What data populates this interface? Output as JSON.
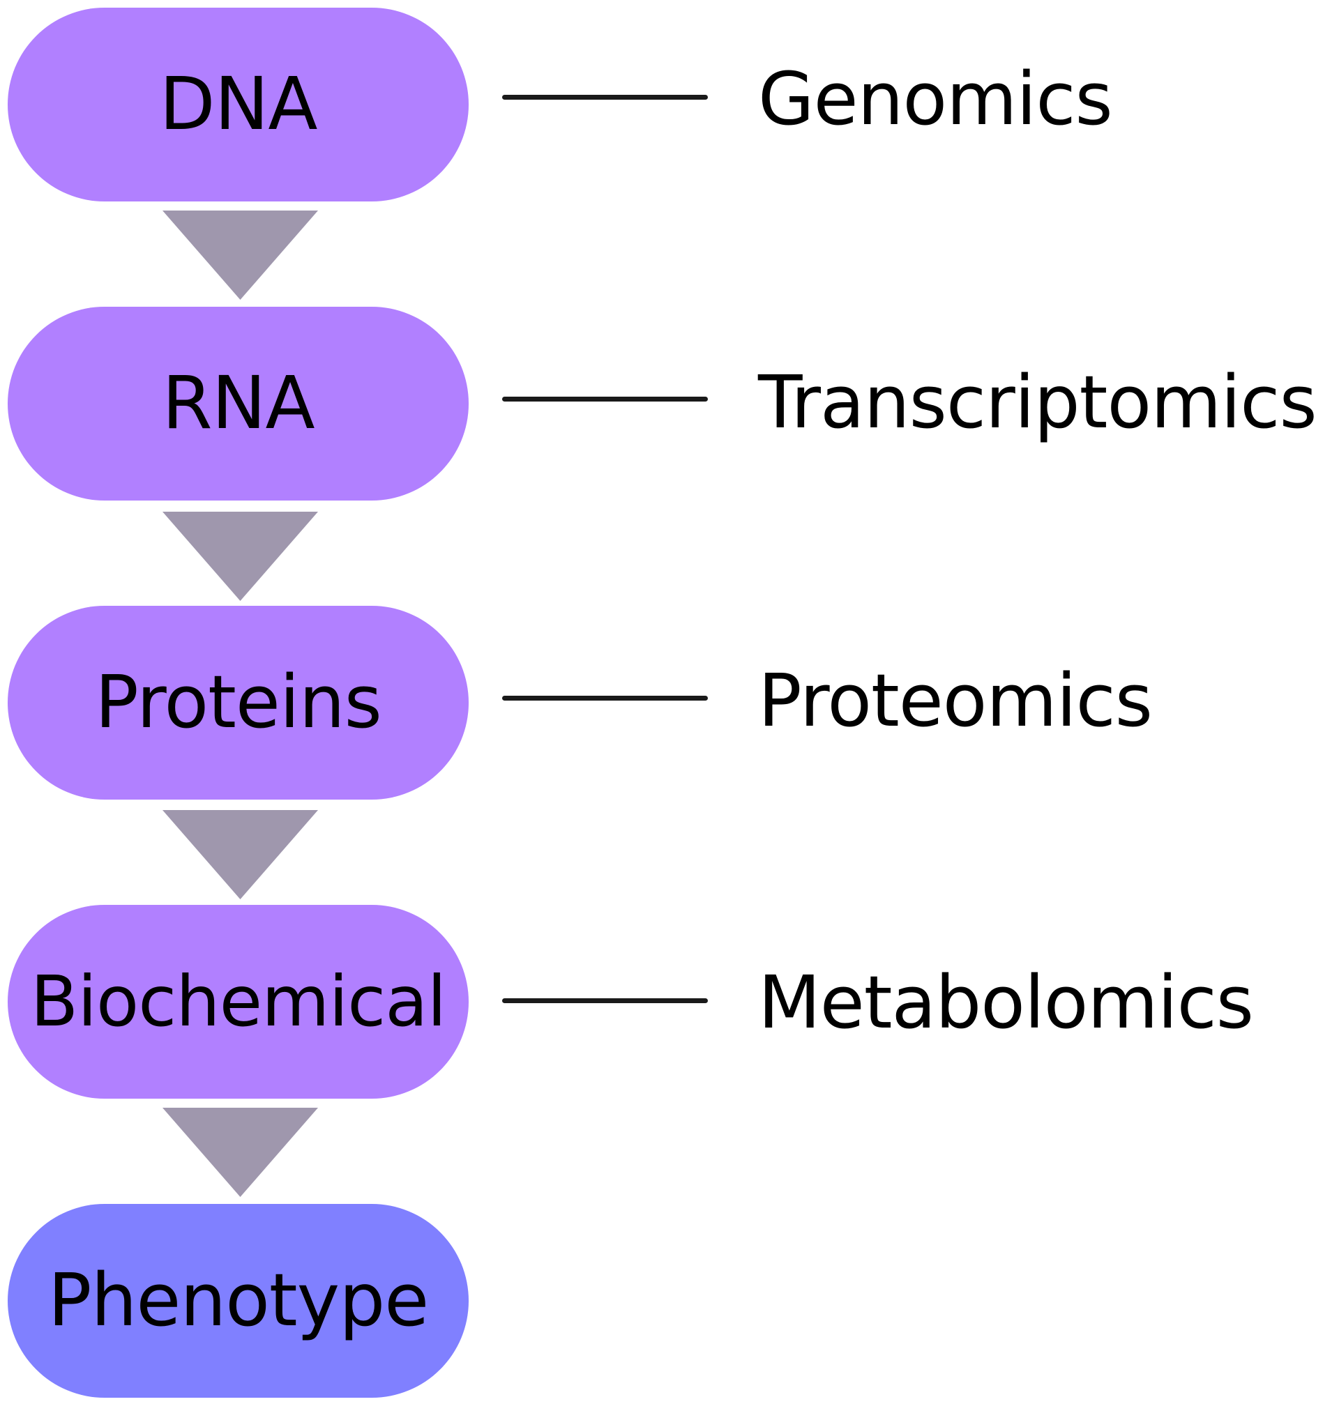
{
  "stages": [
    {
      "label": "DNA"
    },
    {
      "label": "RNA"
    },
    {
      "label": "Proteins"
    },
    {
      "label": "Biochemical"
    },
    {
      "label": "Phenotype"
    }
  ],
  "fields": [
    {
      "label": "Genomics"
    },
    {
      "label": "Transcriptomics"
    },
    {
      "label": "Proteomics"
    },
    {
      "label": "Metabolomics"
    }
  ],
  "colors": {
    "stage_fill": "#b180ff",
    "phenotype_fill": "#8080ff",
    "arrow_fill": "#9f97ad",
    "connector_line": "#1a1a1a",
    "text": "#000000"
  },
  "icons": {
    "flow_arrow": "down-triangle-icon"
  }
}
